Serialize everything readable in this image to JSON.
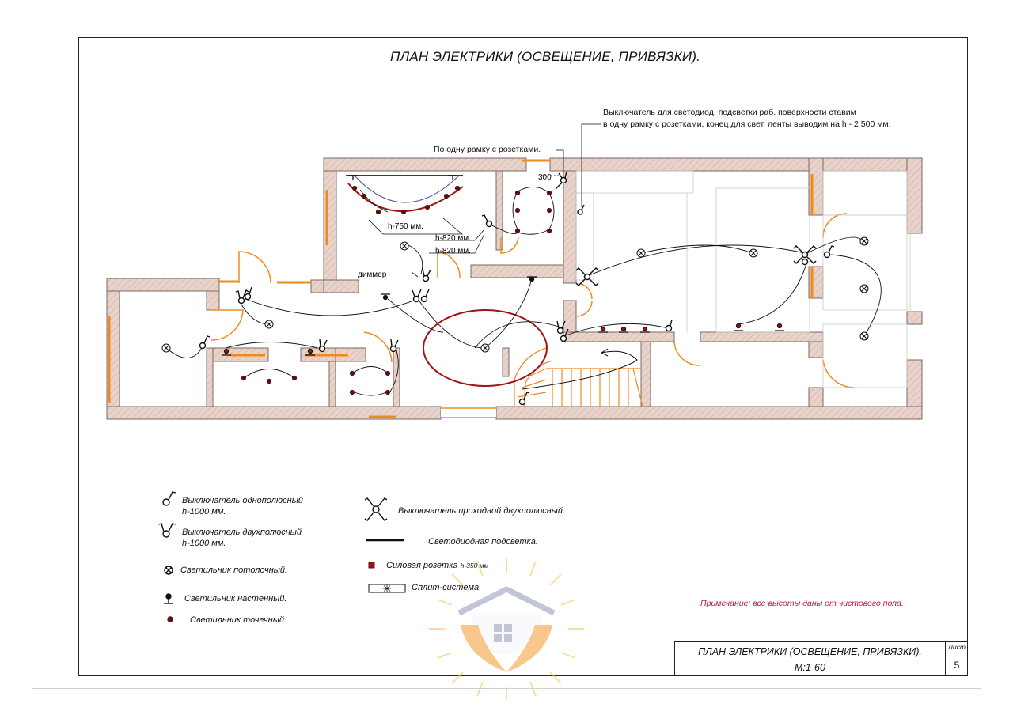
{
  "title": "ПЛАН ЭЛЕКТРИКИ (ОСВЕЩЕНИЕ, ПРИВЯЗКИ).",
  "notes": {
    "switch_note_line1": "Выключатель для светодиод. подсветки раб. поверхности ставим",
    "switch_note_line2": "в одну рамку с розетками, конец для свет. ленты выводим на h - 2 500 мм.",
    "frame_note": "По одну рамку с розетками.",
    "dim_300": "300",
    "h750": "h-750 мм.",
    "h820a": "h-820 мм.",
    "h820b": "h-820 мм.",
    "dimmer": "диммер"
  },
  "legend": {
    "single_switch_l1": "Выключатель однополюсный",
    "single_switch_l2": "h-1000  мм.",
    "double_switch_l1": "Выключатель двухполюсный",
    "double_switch_l2": "h-1000  мм.",
    "ceiling_light": "Светильник потолочный.",
    "wall_light": "Светильник настенный.",
    "spot_light": "Светильник точечный.",
    "pass_switch": "Выключатель проходной двухполюсный.",
    "led_strip": "Светодиодная подсветка.",
    "socket_label": "Силовая розетка",
    "socket_height": "h-350  мм",
    "split": "Сплит-система"
  },
  "remark": "Примечание: все высоты даны от чистового пола.",
  "stamp": {
    "title": "ПЛАН ЭЛЕКТРИКИ (ОСВЕЩЕНИЕ, ПРИВЯЗКИ).",
    "scale": "М:1-60",
    "sheet_label": "Лист",
    "sheet_number": "5"
  },
  "colors": {
    "wall_fill": "#e8d3cb",
    "wall_stroke": "#7a6a64",
    "door_orange": "#f08a1e",
    "accent_red": "#9e1414",
    "spot_dark": "#5a1010",
    "remark_red": "#c0143c",
    "watermark": "#f6b640"
  },
  "icons": [
    "single-switch-icon",
    "double-switch-icon",
    "pass-switch-icon",
    "ceiling-light-icon",
    "wall-light-icon",
    "spot-light-icon",
    "socket-icon",
    "split-system-icon",
    "house-hands-logo"
  ]
}
